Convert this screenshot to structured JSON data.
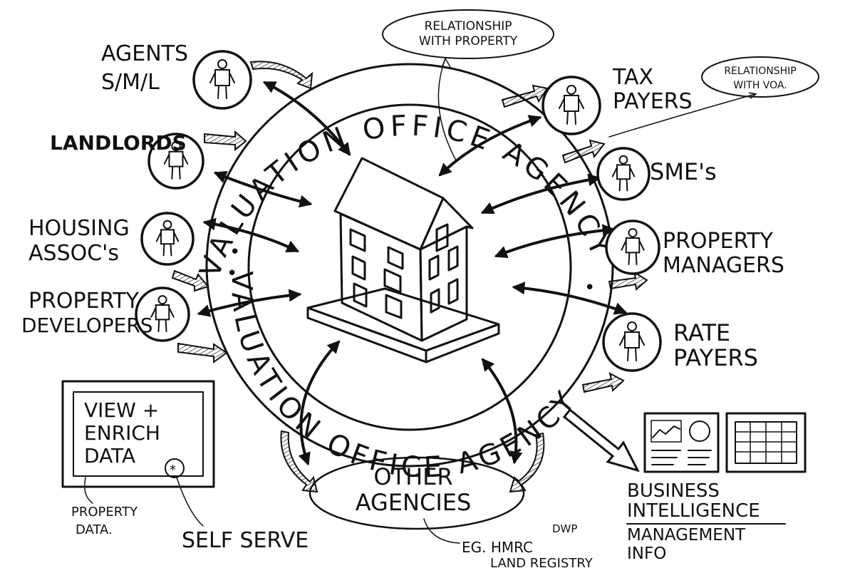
{
  "ring": {
    "outer_text": "VALUATION OFFICE AGENCY",
    "inner_text": "VALUATION OFFICE AGENCY",
    "outer_dot": "•",
    "inner_dot": "•"
  },
  "stakeholders": {
    "agents": {
      "line1": "AGENTS",
      "line2": "S/M/L"
    },
    "landlords": {
      "line1": "LANDLORDS"
    },
    "housing": {
      "line1": "HOUSING",
      "line2": "ASSOC's"
    },
    "developers": {
      "line1": "PROPERTY",
      "line2": "DEVELOPERS"
    },
    "tax_payers": {
      "line1": "TAX",
      "line2": "PAYERS"
    },
    "smes": {
      "line1": "SME's"
    },
    "property_managers": {
      "line1": "PROPERTY",
      "line2": "MANAGERS"
    },
    "rate_payers": {
      "line1": "RATE",
      "line2": "PAYERS"
    }
  },
  "callouts": {
    "relationship_property": {
      "line1": "RELATIONSHIP",
      "line2": "WITH PROPERTY"
    },
    "relationship_voa": {
      "line1": "RELATIONSHIP",
      "line2": "WITH VOA."
    }
  },
  "other_agencies": {
    "line1": "OTHER",
    "line2": "AGENCIES",
    "note_prefix": "EG. HMRC",
    "note_dwp": "DWP",
    "note_land": "LAND REGISTRY"
  },
  "self_serve": {
    "screen_line1": "VIEW +",
    "screen_line2": "ENRICH",
    "screen_line3": "DATA",
    "property_line1": "PROPERTY",
    "property_line2": "DATA.",
    "label": "SELF SERVE"
  },
  "business_intelligence": {
    "line1": "BUSINESS",
    "line2": "INTELLIGENCE",
    "line3": "MANAGEMENT",
    "line4": "INFO"
  }
}
